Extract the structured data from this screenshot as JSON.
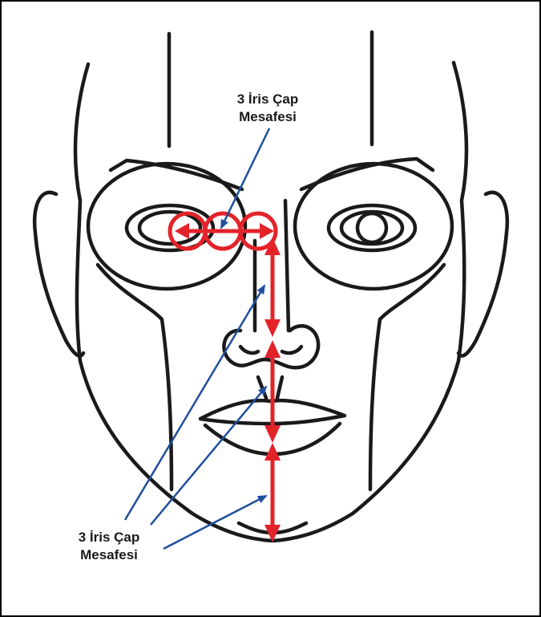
{
  "labels": {
    "top": {
      "line1": "3 İris Çap",
      "line2": "Mesafesi"
    },
    "bottom": {
      "line1": "3 İris Çap",
      "line2": "Mesafesi"
    }
  },
  "colors": {
    "outline": "#1a1a1a",
    "measure": "#e3232a",
    "pointer": "#1f4f9c",
    "frame": "#000000",
    "background": "#ffffff"
  }
}
